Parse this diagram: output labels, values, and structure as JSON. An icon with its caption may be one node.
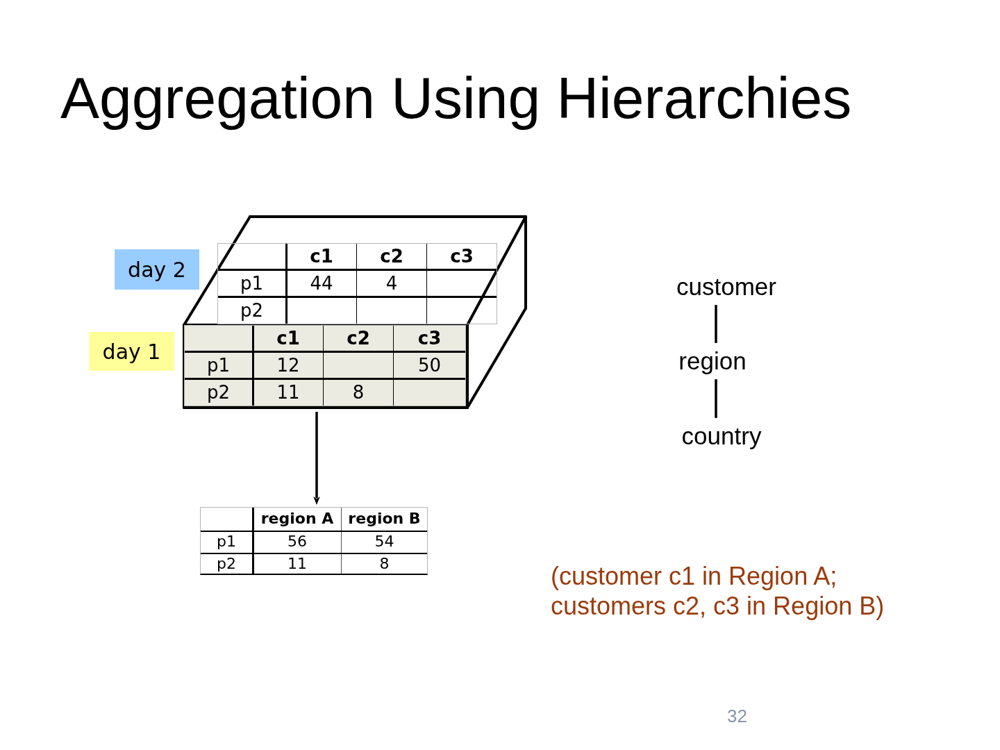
{
  "diagram": {
    "title": "Aggregation Using Hierarchies",
    "nodes": [
      {
        "text": [],
        "shape": "cube"
      },
      {
        "text": [
          "c1",
          "c2",
          "c3",
          "p1",
          "44",
          "4",
          "p2"
        ],
        "in": 0
      },
      {
        "text": [
          "c1",
          "c2",
          "c3",
          "p1",
          "12",
          "50",
          "p2",
          "11",
          "8"
        ],
        "in": 0
      },
      {
        "text": [
          "day 2"
        ]
      },
      {
        "text": [
          "day 1"
        ]
      },
      {
        "text": [
          "region A",
          "region B",
          "p1",
          "56",
          "54",
          "p2",
          "11",
          "8"
        ]
      },
      {
        "text": [
          "customer"
        ]
      },
      {
        "text": [
          "region"
        ]
      },
      {
        "text": [
          "country"
        ]
      }
    ],
    "edges": [
      {
        "from": 0,
        "to": 5,
        "arrow": "to"
      },
      {
        "from": 6,
        "to": 7,
        "arrow": "none"
      },
      {
        "from": 7,
        "to": 8,
        "arrow": "none"
      }
    ],
    "labels": [
      "(customer c1 in Region A; customers c2, c3 in Region B)",
      "32"
    ]
  }
}
